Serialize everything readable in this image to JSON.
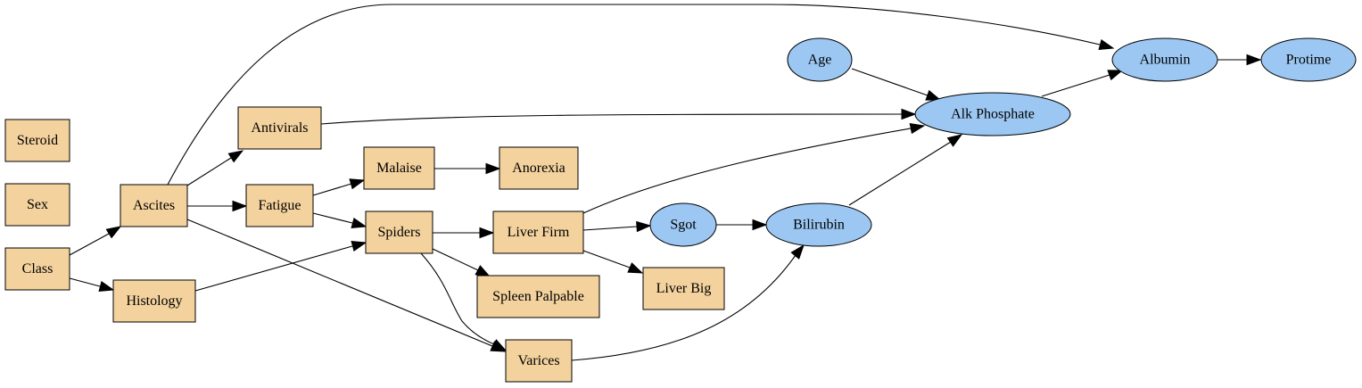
{
  "diagram": {
    "type": "directed-graph",
    "node_styles": {
      "box": {
        "fill": "#f3d29e",
        "stroke": "#000000"
      },
      "ellipse": {
        "fill": "#9bc7f2",
        "stroke": "#000000"
      }
    },
    "nodes": [
      {
        "id": "steroid",
        "label": "Steroid",
        "shape": "box"
      },
      {
        "id": "sex",
        "label": "Sex",
        "shape": "box"
      },
      {
        "id": "class",
        "label": "Class",
        "shape": "box"
      },
      {
        "id": "ascites",
        "label": "Ascites",
        "shape": "box"
      },
      {
        "id": "histology",
        "label": "Histology",
        "shape": "box"
      },
      {
        "id": "antivirals",
        "label": "Antivirals",
        "shape": "box"
      },
      {
        "id": "fatigue",
        "label": "Fatigue",
        "shape": "box"
      },
      {
        "id": "malaise",
        "label": "Malaise",
        "shape": "box"
      },
      {
        "id": "anorexia",
        "label": "Anorexia",
        "shape": "box"
      },
      {
        "id": "spiders",
        "label": "Spiders",
        "shape": "box"
      },
      {
        "id": "liver_firm",
        "label": "Liver Firm",
        "shape": "box"
      },
      {
        "id": "spleen_palpable",
        "label": "Spleen Palpable",
        "shape": "box"
      },
      {
        "id": "varices",
        "label": "Varices",
        "shape": "box"
      },
      {
        "id": "liver_big",
        "label": "Liver Big",
        "shape": "box"
      },
      {
        "id": "sgot",
        "label": "Sgot",
        "shape": "ellipse"
      },
      {
        "id": "bilirubin",
        "label": "Bilirubin",
        "shape": "ellipse"
      },
      {
        "id": "age",
        "label": "Age",
        "shape": "ellipse"
      },
      {
        "id": "alk_phosphate",
        "label": "Alk Phosphate",
        "shape": "ellipse"
      },
      {
        "id": "albumin",
        "label": "Albumin",
        "shape": "ellipse"
      },
      {
        "id": "protime",
        "label": "Protime",
        "shape": "ellipse"
      }
    ],
    "edges": [
      {
        "from": "class",
        "to": "ascites"
      },
      {
        "from": "class",
        "to": "histology"
      },
      {
        "from": "ascites",
        "to": "antivirals"
      },
      {
        "from": "ascites",
        "to": "fatigue"
      },
      {
        "from": "ascites",
        "to": "varices"
      },
      {
        "from": "ascites",
        "to": "albumin"
      },
      {
        "from": "histology",
        "to": "spiders"
      },
      {
        "from": "antivirals",
        "to": "alk_phosphate"
      },
      {
        "from": "fatigue",
        "to": "malaise"
      },
      {
        "from": "fatigue",
        "to": "spiders"
      },
      {
        "from": "malaise",
        "to": "anorexia"
      },
      {
        "from": "spiders",
        "to": "liver_firm"
      },
      {
        "from": "spiders",
        "to": "spleen_palpable"
      },
      {
        "from": "spiders",
        "to": "varices"
      },
      {
        "from": "liver_firm",
        "to": "sgot"
      },
      {
        "from": "liver_firm",
        "to": "liver_big"
      },
      {
        "from": "liver_firm",
        "to": "alk_phosphate"
      },
      {
        "from": "sgot",
        "to": "bilirubin"
      },
      {
        "from": "varices",
        "to": "bilirubin"
      },
      {
        "from": "bilirubin",
        "to": "alk_phosphate"
      },
      {
        "from": "age",
        "to": "alk_phosphate"
      },
      {
        "from": "alk_phosphate",
        "to": "albumin"
      },
      {
        "from": "albumin",
        "to": "protime"
      }
    ]
  }
}
